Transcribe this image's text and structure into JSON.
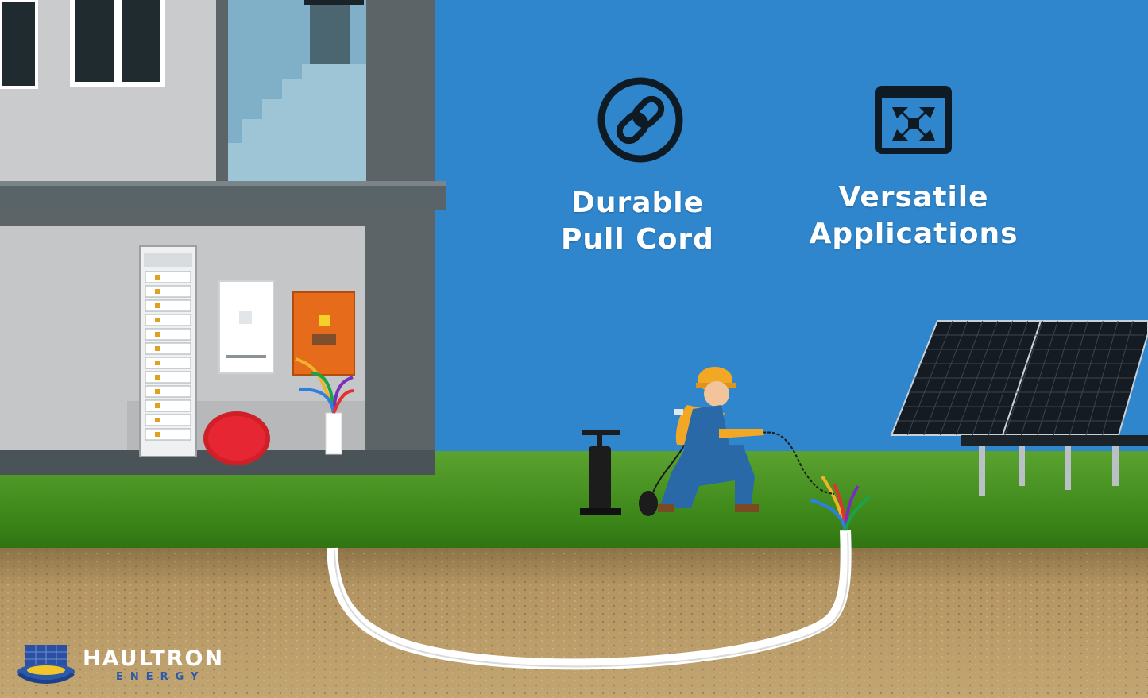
{
  "features": [
    {
      "icon": "chain-link-icon",
      "line1": "Durable",
      "line2": "Pull Cord"
    },
    {
      "icon": "expand-arrows-icon",
      "line1": "Versatile",
      "line2": "Applications"
    }
  ],
  "brand": {
    "name": "HAULTRON",
    "sub": "ENERGY"
  },
  "colors": {
    "sky": "#2f86cc",
    "grass": "#3f8f1e",
    "soil": "#b89a67",
    "wall": "#c9cbcd",
    "dark": "#0f1b24"
  }
}
